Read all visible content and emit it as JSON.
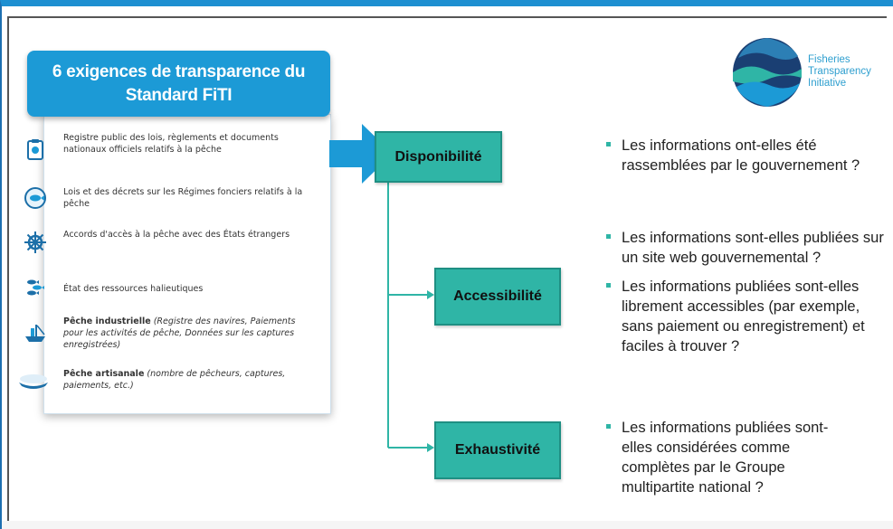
{
  "panel": {
    "header_line1": "6 exigences de transparence du",
    "header_line2": "Standard FiTI",
    "items": [
      {
        "text": "Registre public des lois, règlements et documents nationaux officiels relatifs à la pêche",
        "icon": "clipboard-icon"
      },
      {
        "text": "Lois et des décrets sur les Régimes fonciers relatifs à la pêche",
        "icon": "fish-circle-icon"
      },
      {
        "text": "Accords d'accès à la pêche avec des États étrangers",
        "icon": "ship-wheel-icon"
      },
      {
        "text": "État des ressources halieutiques",
        "icon": "fish-school-icon"
      },
      {
        "text_bold": "Pêche industrielle",
        "text_italic": "(Registre des navires, Paiements pour les activités de pêche, Données sur les captures enregistrées)",
        "icon": "industrial-boat-icon"
      },
      {
        "text_bold": "Pêche artisanale",
        "text_italic": "(nombre de pêcheurs, captures, paiements, etc.)",
        "icon": "canoe-icon"
      }
    ]
  },
  "logo": {
    "line1": "Fisheries",
    "line2": "Transparency",
    "line3": "Initiative"
  },
  "boxes": {
    "disponibilite": "Disponibilité",
    "accessibilite": "Accessibilité",
    "exhaustivite": "Exhaustivité"
  },
  "bullets": {
    "b1": "Les informations ont-elles été rassemblées par le gouvernement ?",
    "b2": "Les informations sont-elles publiées sur un site web gouvernemental ?",
    "b3": "Les informations publiées sont-elles librement accessibles (par exemple, sans paiement ou enregistrement) et faciles à trouver ?",
    "b4": "Les informations publiées sont-elles considérées comme complètes par le Groupe multipartite national ?"
  },
  "colors": {
    "header_blue": "#1c9ad6",
    "box_teal": "#2fb5a6",
    "frame_blue": "#1d8fd1"
  }
}
